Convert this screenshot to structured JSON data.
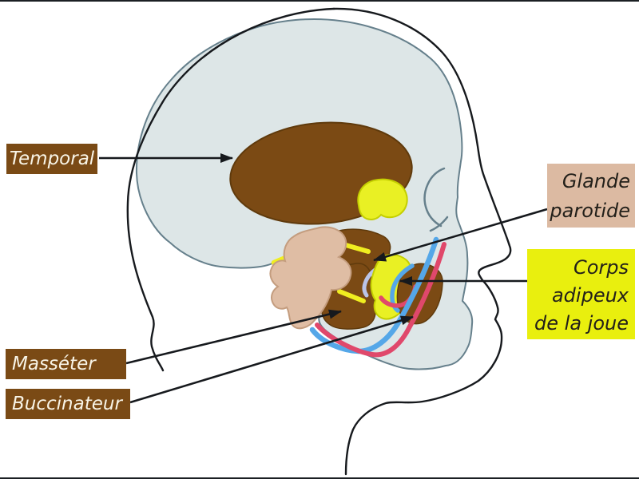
{
  "labels": {
    "temporal": "Temporal",
    "glande_parotide": {
      "line1": "Glande",
      "line2": "parotide"
    },
    "corps_adipeux": {
      "line1": "Corps",
      "line2": "adipeux",
      "line3": "de la joue"
    },
    "masseter": "Masséter",
    "buccinateur": "Buccinateur"
  },
  "colors": {
    "label_brown": "#7a4a15",
    "label_beige": "#dcbaa2",
    "label_yellow": "#e9ef0e",
    "label_text_light": "#f8f4e6",
    "label_text_dark": "#23201a",
    "muscle_brown": "#7b4a14",
    "muscle_brown_edge": "#5f3a0c",
    "parotid_beige": "#dfbda4",
    "parotid_edge": "#c49d7f",
    "fat_yellow": "#e9f024",
    "fat_yellow_edge": "#c4cf00",
    "skull_fill": "#dde6e7",
    "skull_edge": "#66808c",
    "outline_dark": "#16191d",
    "vein_blue": "#55a7e8",
    "artery_red": "#e0486b",
    "duct_lavender": "#bac4e8",
    "nerve_yellow": "#f0ee20"
  }
}
